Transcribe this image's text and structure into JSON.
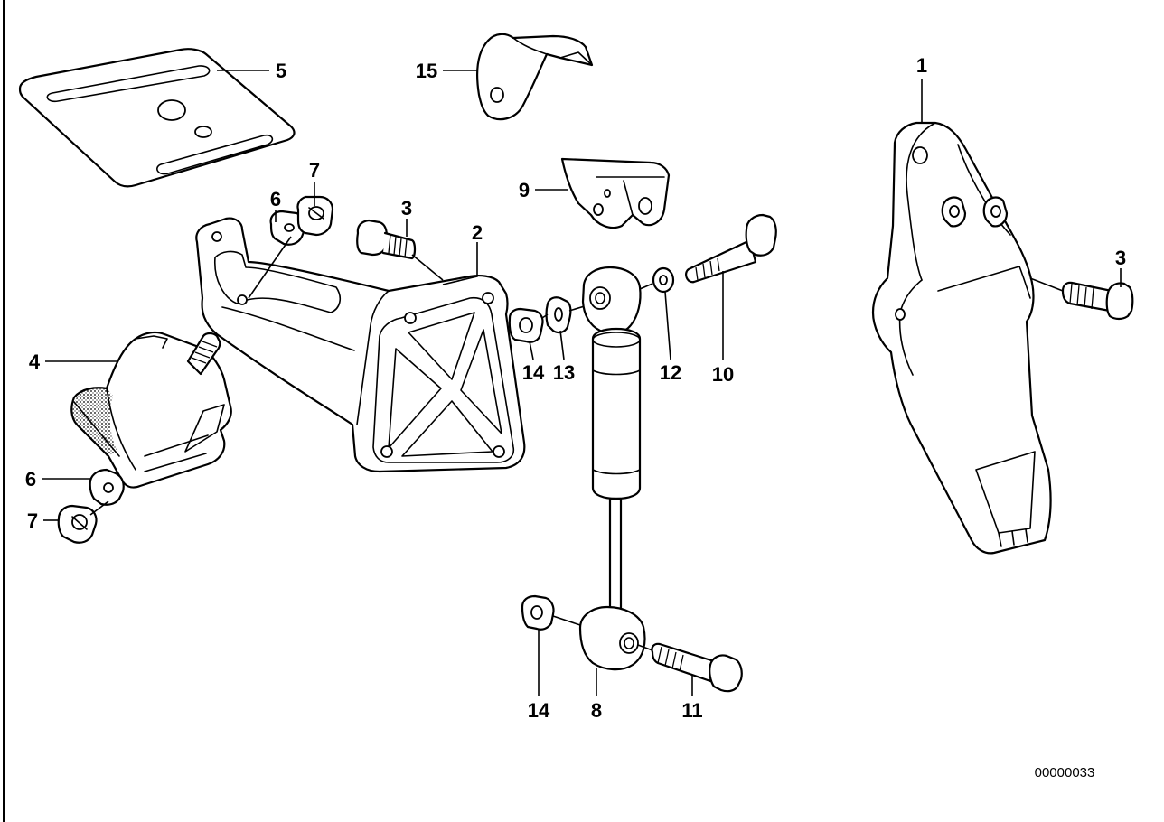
{
  "callouts": {
    "c1": "1",
    "c2": "2",
    "c3a": "3",
    "c3b": "3",
    "c4": "4",
    "c5": "5",
    "c6a": "6",
    "c6b": "6",
    "c7a": "7",
    "c7b": "7",
    "c8": "8",
    "c9": "9",
    "c10": "10",
    "c11": "11",
    "c12": "12",
    "c13": "13",
    "c14a": "14",
    "c14b": "14",
    "c15": "15"
  },
  "reference_number": "00000033",
  "colors": {
    "line": "#000000",
    "background": "#ffffff"
  }
}
